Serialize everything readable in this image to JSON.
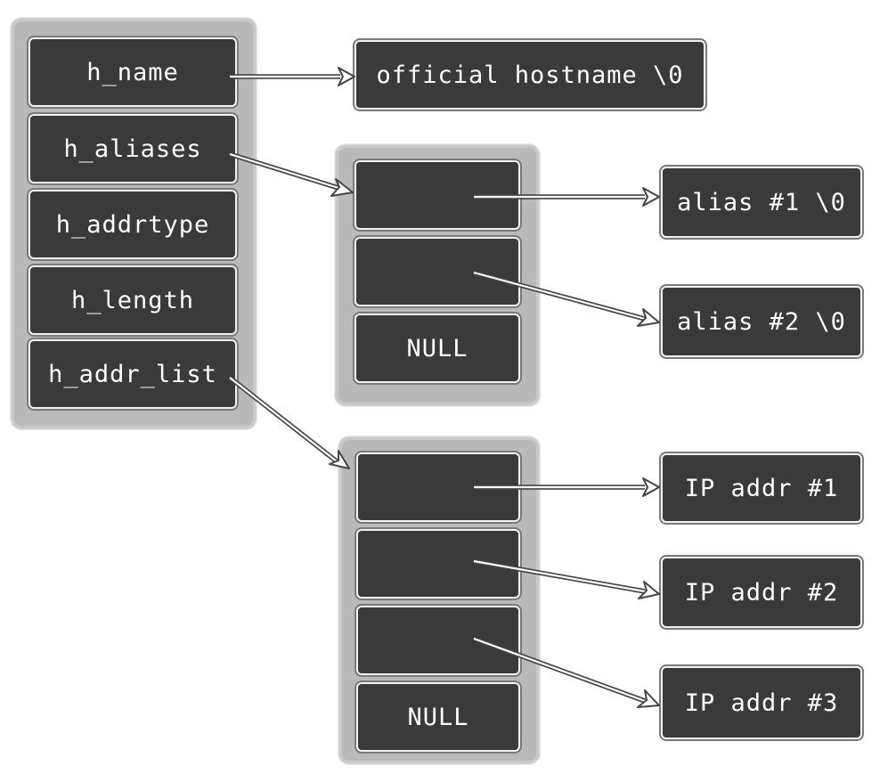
{
  "hostent": {
    "fields": [
      {
        "id": "h_name",
        "label": "h_name"
      },
      {
        "id": "h_aliases",
        "label": "h_aliases"
      },
      {
        "id": "h_addrtype",
        "label": "h_addrtype"
      },
      {
        "id": "h_length",
        "label": "h_length"
      },
      {
        "id": "h_addr_list",
        "label": "h_addr_list"
      }
    ]
  },
  "official_name": "official hostname \\0",
  "aliases_array": {
    "null_label": "NULL"
  },
  "aliases": [
    "alias #1 \\0",
    "alias #2 \\0"
  ],
  "addr_list_array": {
    "null_label": "NULL"
  },
  "ip_addrs": [
    "IP addr #1",
    "IP addr #2",
    "IP addr #3"
  ],
  "colors": {
    "cell_fill": "#3a3a3a",
    "group_fill": "#b9b9b9",
    "text": "#ffffff"
  }
}
